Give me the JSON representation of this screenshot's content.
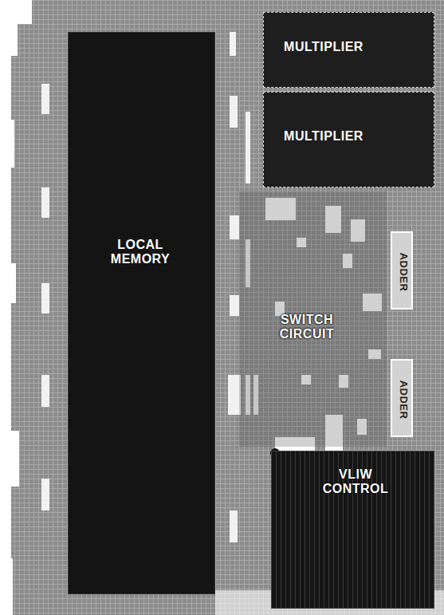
{
  "diagram": {
    "nodes": [
      {
        "text": [
          "LOCAL MEMORY"
        ]
      },
      {
        "text": [
          "MULTIPLIER"
        ]
      },
      {
        "text": [
          "MULTIPLIER"
        ]
      },
      {
        "text": [
          "SWITCH CIRCUIT"
        ]
      },
      {
        "text": [
          "ADDER"
        ]
      },
      {
        "text": [
          "ADDER"
        ]
      },
      {
        "text": [
          "VLIW CONTROL"
        ]
      }
    ]
  }
}
